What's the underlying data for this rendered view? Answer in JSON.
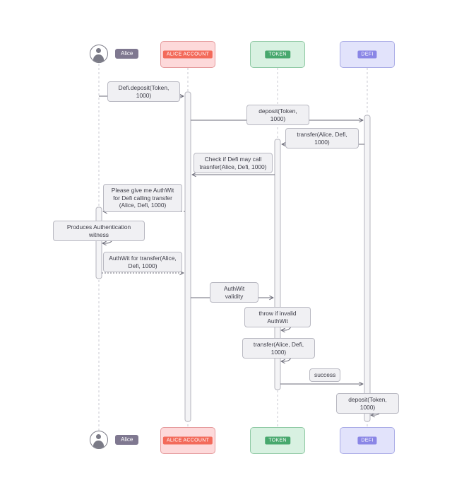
{
  "participants": {
    "alice": {
      "name": "Alice"
    },
    "alice_account": {
      "name": "ALICE ACCOUNT"
    },
    "token": {
      "name": "TOKEN"
    },
    "defi": {
      "name": "DEFI"
    }
  },
  "messages": [
    {
      "text": "Defi.deposit(Token, 1000)"
    },
    {
      "text": "deposit(Token, 1000)"
    },
    {
      "text": "transfer(Alice, Defi, 1000)"
    },
    {
      "text": "Check if Defi may call trasnfer(Alice, Defi, 1000)"
    },
    {
      "text": "Please give me AuthWit for Defi calling transfer (Alice, Defi, 1000)"
    },
    {
      "text": "Produces Authentication witness"
    },
    {
      "text": "AuthWit for transfer(Alice, Defi, 1000)"
    },
    {
      "text": "AuthWit validity"
    },
    {
      "text": "throw if invalid AuthWit"
    },
    {
      "text": "transfer(Alice, Defi, 1000)"
    },
    {
      "text": "success"
    },
    {
      "text": "deposit(Token, 1000)"
    }
  ],
  "colors": {
    "line": "#6b6b78",
    "lifeline": "#c9c9d0",
    "activation_fill": "#f4f4f6",
    "activation_border": "#b5b5bd"
  }
}
